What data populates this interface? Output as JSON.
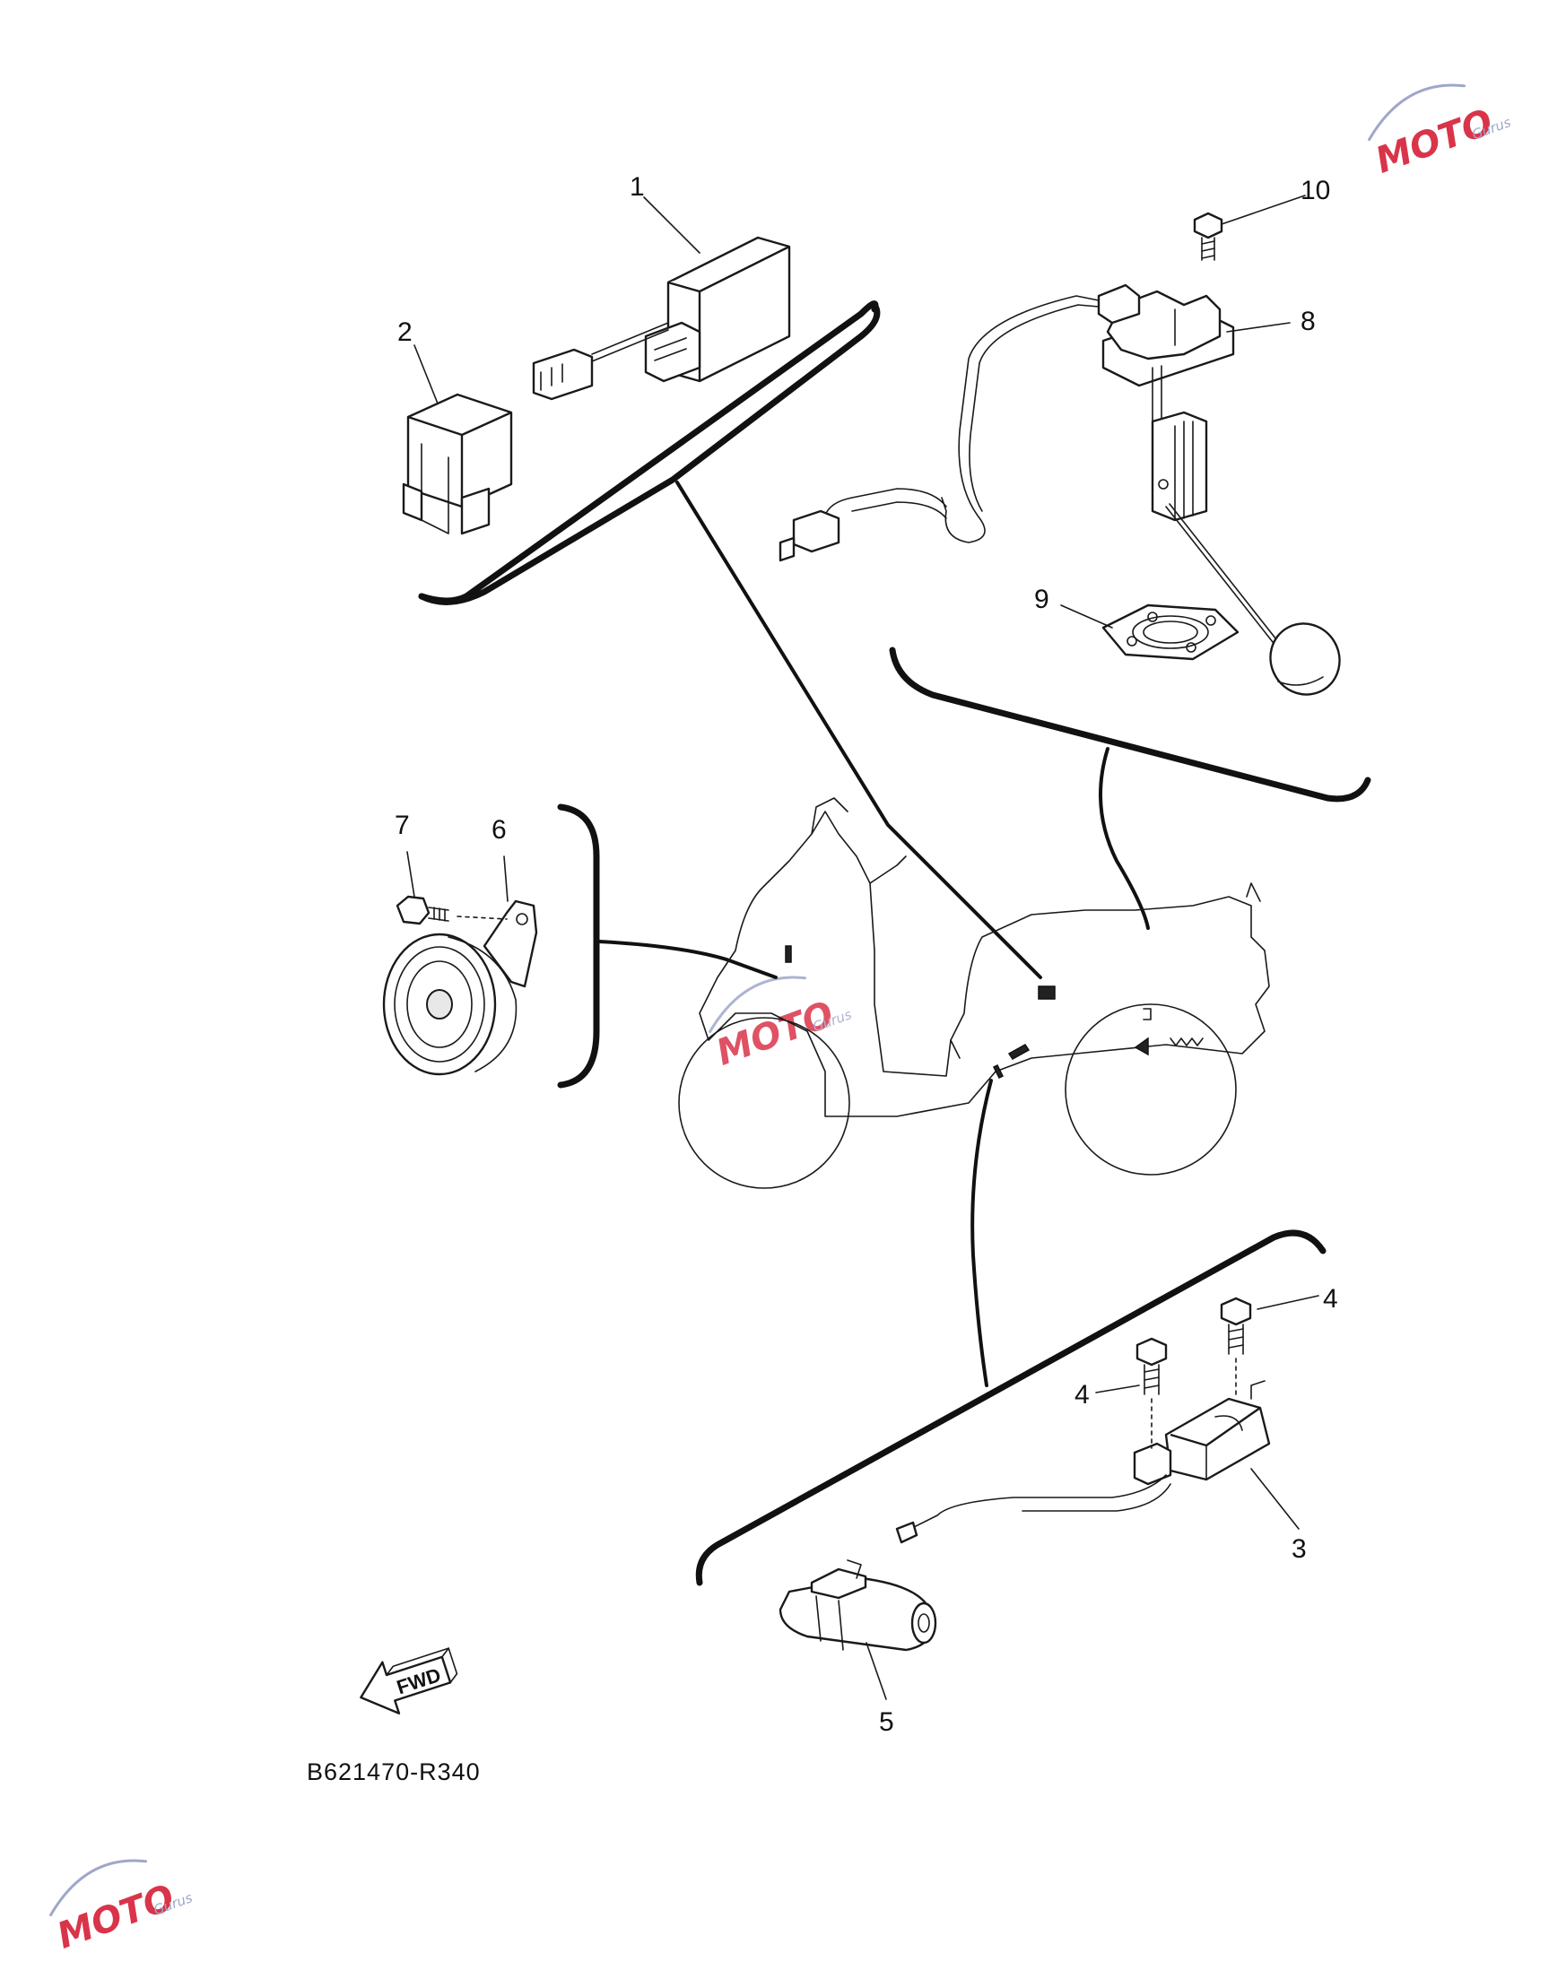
{
  "parts": [
    {
      "ref": "1"
    },
    {
      "ref": "2"
    },
    {
      "ref": "3"
    },
    {
      "ref": "4a",
      "label": "4"
    },
    {
      "ref": "4b",
      "label": "4"
    },
    {
      "ref": "5"
    },
    {
      "ref": "6"
    },
    {
      "ref": "7"
    },
    {
      "ref": "8"
    },
    {
      "ref": "9"
    },
    {
      "ref": "10"
    }
  ],
  "labels": {
    "p1": "1",
    "p2": "2",
    "p3": "3",
    "p4a": "4",
    "p4b": "4",
    "p5": "5",
    "p6": "6",
    "p7": "7",
    "p8": "8",
    "p9": "9",
    "p10": "10"
  },
  "diagram_code": "B621470-R340",
  "fwd_text": "FWD",
  "watermark": {
    "main": "MOTO",
    "sub": "Gurus",
    "color": "#d9344a"
  }
}
